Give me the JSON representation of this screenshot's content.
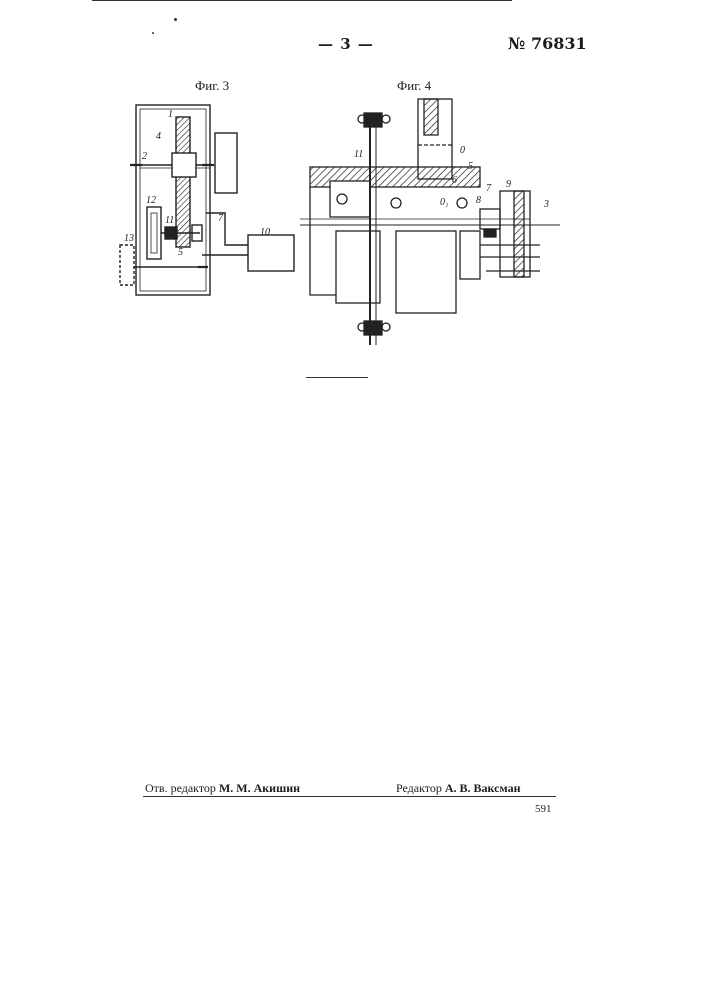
{
  "header": {
    "page_number": "— 3 —",
    "patent_number": "№ 76831"
  },
  "figures": {
    "fig3": {
      "title": "Фиг. 3",
      "labels": [
        "1",
        "4",
        "2",
        "12",
        "11",
        "7",
        "5",
        "10",
        "13"
      ]
    },
    "fig4": {
      "title": "Фиг. 4",
      "labels": [
        "0",
        "11",
        "5",
        "6",
        "7",
        "9",
        "0₁",
        "8",
        "3"
      ]
    }
  },
  "footer": {
    "left_role": "Отв. редактор",
    "left_name": "М. М. Акишин",
    "right_role": "Редактор",
    "right_name": "А. В. Ваксман",
    "code": "591"
  }
}
